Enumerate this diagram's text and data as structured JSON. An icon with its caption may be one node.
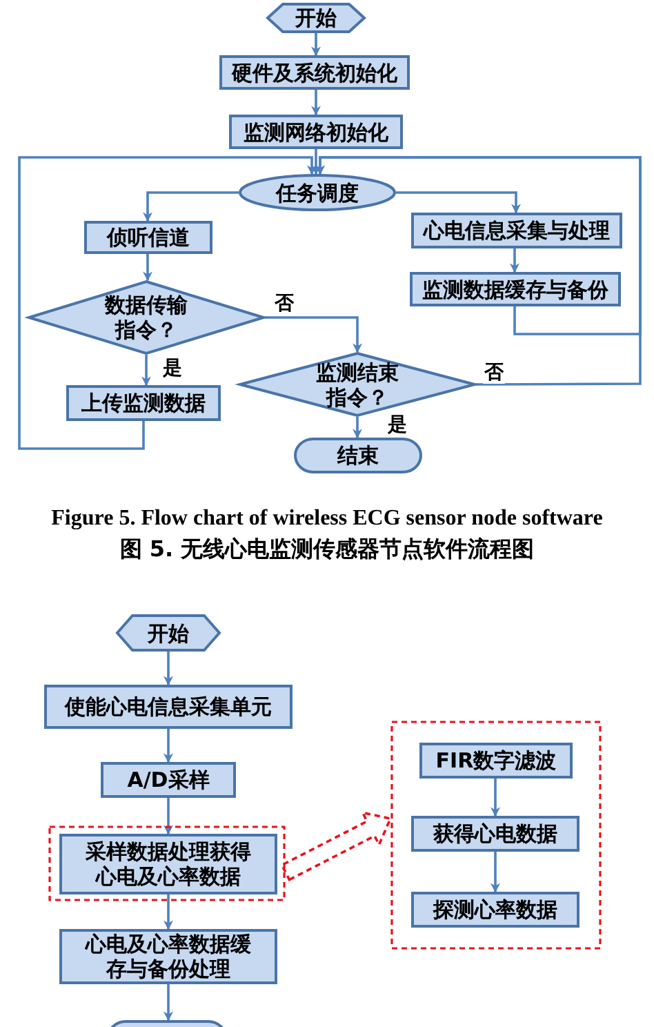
{
  "diagram": {
    "nodes": [
      {
        "text": [
          "开始"
        ]
      },
      {
        "text": [
          "硬件及系统初始化"
        ]
      },
      {
        "text": [
          "监测网络初始化"
        ]
      },
      {
        "text": [
          "任务调度"
        ]
      },
      {
        "text": [
          "侦听信道"
        ]
      },
      {
        "text": [
          "心电信息采集与处理"
        ]
      },
      {
        "text": [
          "数据传输指令？"
        ]
      },
      {
        "text": [
          "监测数据缓存与备份"
        ]
      },
      {
        "text": [
          "上传监测数据"
        ]
      },
      {
        "text": [
          "监测结束指令？"
        ]
      },
      {
        "text": [
          "结束"
        ]
      },
      {
        "text": [
          "开始"
        ]
      },
      {
        "text": [
          "使能心电信息采集单元"
        ]
      },
      {
        "text": [
          "A/D采样"
        ]
      },
      {
        "text": [],
        "shape": "box"
      },
      {
        "text": [
          "采样数据处理获得心电及心率数据"
        ],
        "in": 14
      },
      {
        "text": [
          "心电及心率数据缓存与备份处理"
        ]
      },
      {
        "text": [],
        "shape": "box"
      },
      {
        "text": [],
        "shape": "box"
      },
      {
        "text": [
          "FIR数字滤波"
        ],
        "in": 18
      },
      {
        "text": [
          "获得心电数据"
        ],
        "in": 18
      },
      {
        "text": [
          "探测心率数据"
        ],
        "in": 18
      }
    ],
    "edges": [
      {
        "from": 0,
        "to": 1,
        "arrow": "to"
      },
      {
        "from": 1,
        "to": 2,
        "arrow": "to"
      },
      {
        "from": 2,
        "to": 3,
        "arrow": "to"
      },
      {
        "from": 3,
        "to": 4,
        "arrow": "to"
      },
      {
        "from": 3,
        "to": 5,
        "arrow": "to"
      },
      {
        "from": 5,
        "to": 7,
        "arrow": "to"
      },
      {
        "from": 4,
        "to": 6,
        "arrow": "to"
      },
      {
        "from": 6,
        "to": 8,
        "arrow": "to",
        "label": "是"
      },
      {
        "from": 6,
        "to": 9,
        "arrow": "to",
        "label": "否"
      },
      {
        "from": 9,
        "to": 10,
        "arrow": "to",
        "label": "是"
      },
      {
        "from": 8,
        "to": 3,
        "arrow": "to"
      },
      {
        "from": 7,
        "to": 3,
        "arrow": "to"
      },
      {
        "from": 9,
        "to": 3,
        "arrow": "to",
        "label": "否"
      },
      {
        "from": 11,
        "to": 12,
        "arrow": "to"
      },
      {
        "from": 12,
        "to": 13,
        "arrow": "to"
      },
      {
        "from": 13,
        "to": 15,
        "arrow": "to"
      },
      {
        "from": 15,
        "to": 16,
        "arrow": "to"
      },
      {
        "from": 16,
        "to": 17,
        "arrow": "to"
      },
      {
        "from": 14,
        "to": 18,
        "arrow": "to",
        "style": "dashed",
        "color": "#e8141c"
      },
      {
        "from": 19,
        "to": 20,
        "arrow": "to"
      },
      {
        "from": 20,
        "to": 21,
        "arrow": "to"
      }
    ],
    "labels": [
      "Figure 5. Flow chart of wireless ECG sensor node software",
      "图 5. 无线心电监测传感器节点软件流程图"
    ]
  }
}
